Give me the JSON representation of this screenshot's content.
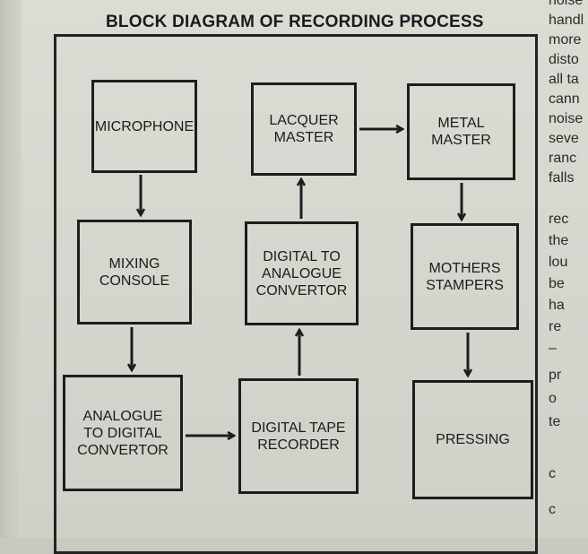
{
  "title": "BLOCK DIAGRAM OF RECORDING PROCESS",
  "blocks": {
    "microphone": "MICROPHONE",
    "mixing_console": "MIXING\nCONSOLE",
    "adc": "ANALOGUE\nTO DIGITAL\nCONVERTOR",
    "lacquer_master": "LACQUER\nMASTER",
    "dac": "DIGITAL TO\nANALOGUE\nCONVERTOR",
    "digital_tape_recorder": "DIGITAL TAPE\nRECORDER",
    "metal_master": "METAL\nMASTER",
    "mothers_stampers": "MOTHERS\nSTAMPERS",
    "pressing": "PRESSING"
  },
  "side_text": [
    "noise",
    "handl",
    "more",
    "disto",
    "all ta",
    "cann",
    "noise",
    "seve",
    "ranc",
    "falls",
    "rec",
    "the",
    "lou",
    "be",
    "ha",
    "re",
    "–",
    "pr",
    "o",
    "te",
    "c",
    "c"
  ]
}
